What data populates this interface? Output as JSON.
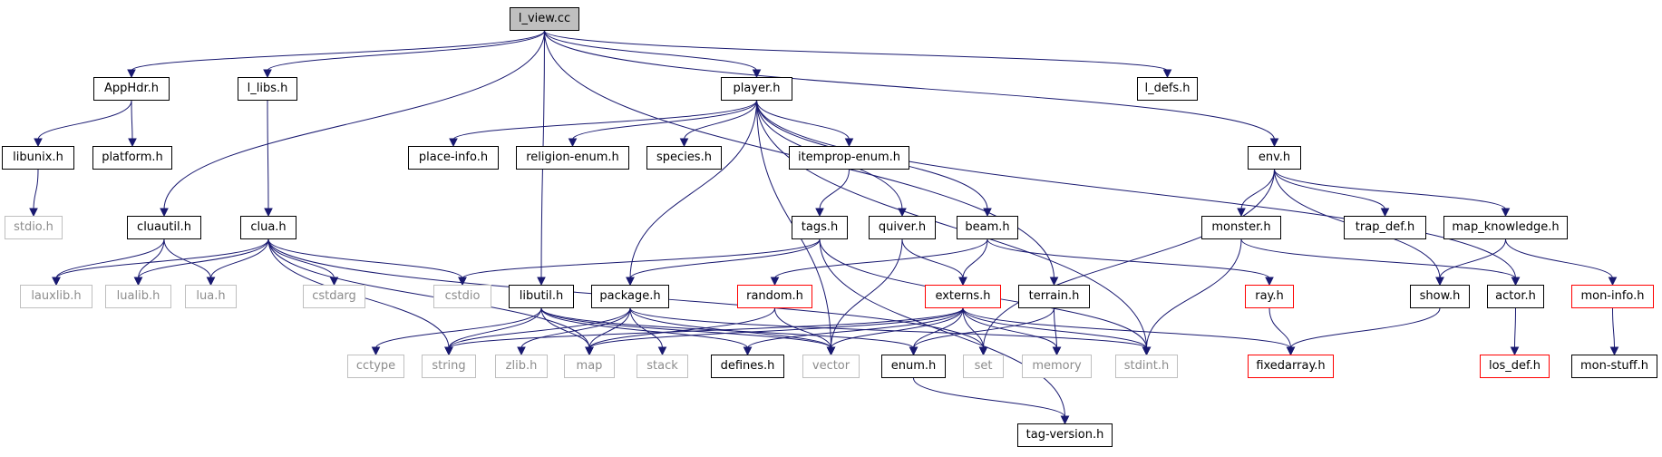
{
  "colors": {
    "edge": "#191970",
    "root_fill": "#bfbfbf",
    "missing_border": "#bfbfbf",
    "missing_text": "#8c8c8c",
    "warning_border": "#ff0000"
  },
  "nodes": {
    "l_view_cc": "l_view.cc",
    "apphdr_h": "AppHdr.h",
    "l_libs_h": "l_libs.h",
    "player_h": "player.h",
    "l_defs_h": "l_defs.h",
    "libunix_h": "libunix.h",
    "platform_h": "platform.h",
    "place_info_h": "place-info.h",
    "religion_enum_h": "religion-enum.h",
    "species_h": "species.h",
    "itemprop_enum_h": "itemprop-enum.h",
    "env_h": "env.h",
    "stdio_h": "stdio.h",
    "cluautil_h": "cluautil.h",
    "clua_h": "clua.h",
    "tags_h": "tags.h",
    "quiver_h": "quiver.h",
    "beam_h": "beam.h",
    "monster_h": "monster.h",
    "trap_def_h": "trap_def.h",
    "map_knowledge_h": "map_knowledge.h",
    "lauxlib_h": "lauxlib.h",
    "lualib_h": "lualib.h",
    "lua_h": "lua.h",
    "cstdarg": "cstdarg",
    "cstdio": "cstdio",
    "libutil_h": "libutil.h",
    "package_h": "package.h",
    "random_h": "random.h",
    "externs_h": "externs.h",
    "terrain_h": "terrain.h",
    "ray_h": "ray.h",
    "show_h": "show.h",
    "actor_h": "actor.h",
    "mon_info_h": "mon-info.h",
    "cctype": "cctype",
    "string": "string",
    "zlib_h": "zlib.h",
    "map": "map",
    "stack": "stack",
    "defines_h": "defines.h",
    "vector": "vector",
    "enum_h": "enum.h",
    "set": "set",
    "memory": "memory",
    "stdint_h": "stdint.h",
    "fixedarray_h": "fixedarray.h",
    "los_def_h": "los_def.h",
    "mon_stuff_h": "mon-stuff.h",
    "tag_version_h": "tag-version.h"
  }
}
